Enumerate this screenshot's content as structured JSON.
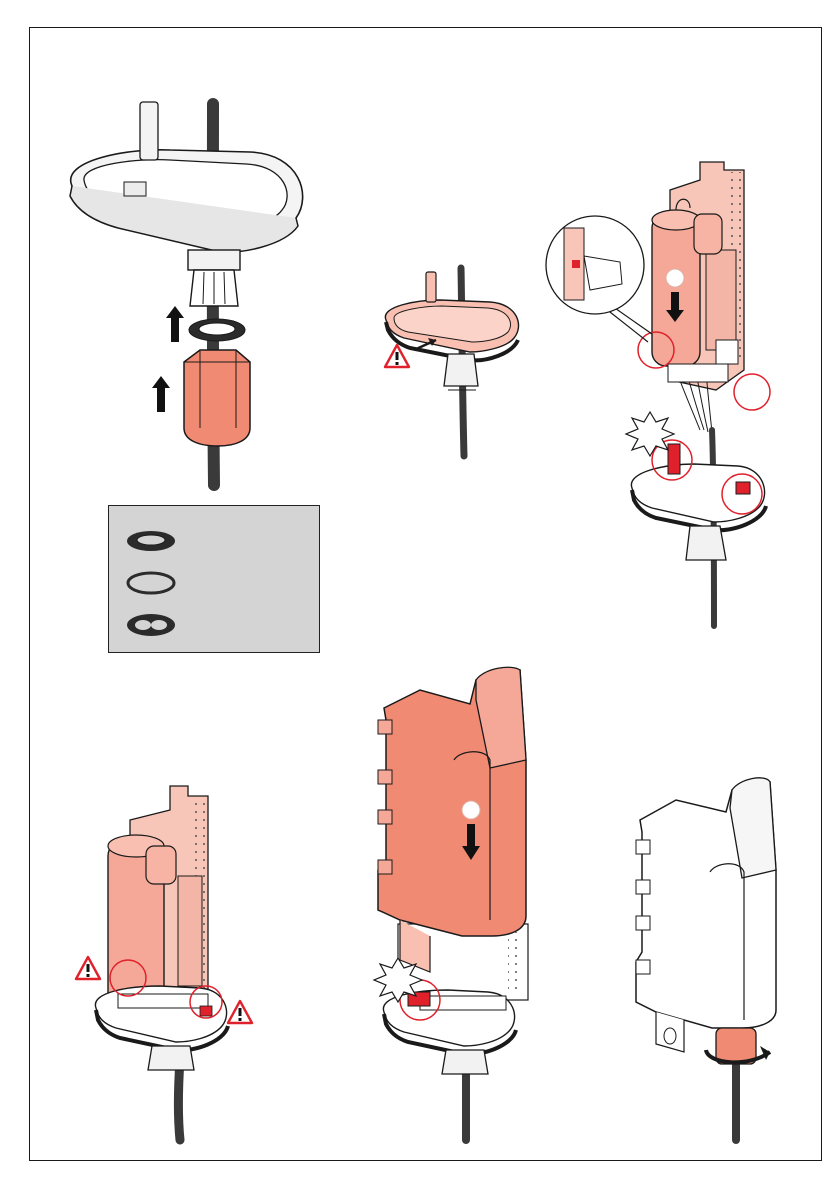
{
  "colors": {
    "accent": "#f18a73",
    "accent_light": "#f9c0b2",
    "alert": "#e0212c",
    "line": "#1a1a1a",
    "cable": "#3a3a3a",
    "legend_bg": "#d4d4d4"
  },
  "icons": [
    "warning-triangle-icon",
    "arrow-up-icon",
    "arrow-down-icon",
    "click-burst-icon",
    "rotate-arrow-icon",
    "zoom-callout-icon"
  ],
  "legend": {
    "items": [
      {
        "icon": "flat-washer-icon",
        "label": ""
      },
      {
        "icon": "o-ring-icon",
        "label": ""
      },
      {
        "icon": "dual-hole-seal-icon",
        "label": ""
      }
    ]
  },
  "steps": [
    {
      "name": "cable-gland-assembly",
      "label": ""
    },
    {
      "name": "base-seal-check",
      "label": ""
    },
    {
      "name": "board-insertion",
      "label": ""
    },
    {
      "name": "connector-check",
      "label": ""
    },
    {
      "name": "cover-mounting",
      "label": ""
    },
    {
      "name": "final-tightening",
      "label": ""
    }
  ]
}
